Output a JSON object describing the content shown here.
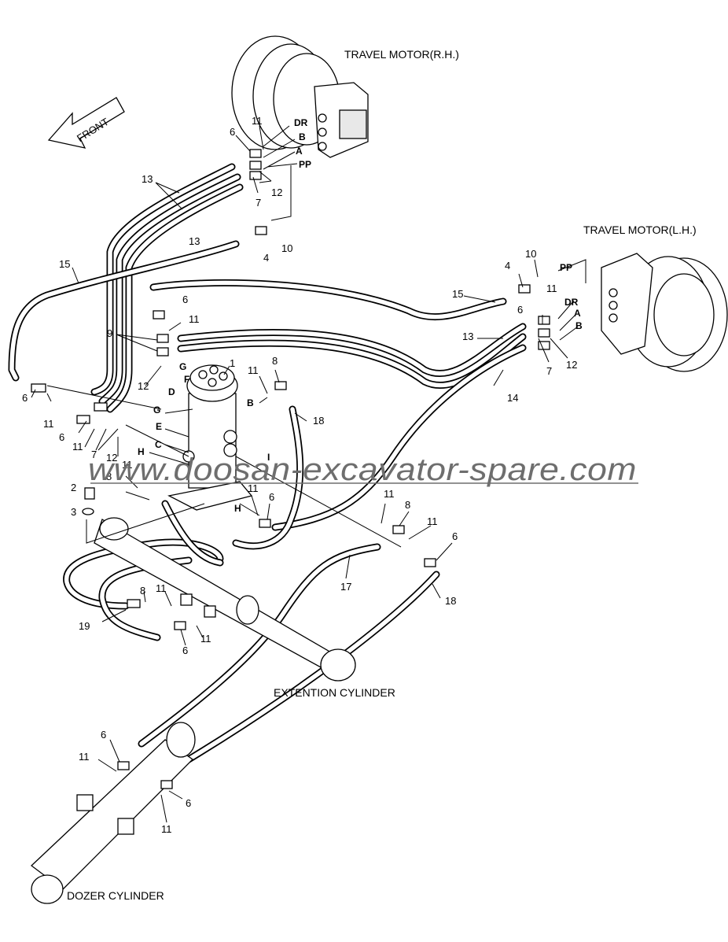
{
  "titles": {
    "travel_motor_rh": "TRAVEL MOTOR(R.H.)",
    "travel_motor_lh": "TRAVEL MOTOR(L.H.)",
    "extention_cylinder": "EXTENTION CYLINDER",
    "dozer_cylinder": "DOZER CYLINDER",
    "front": "FRONT"
  },
  "watermark": "www.doosan-excavator-spare.com",
  "ports": {
    "dr": "DR",
    "b": "B",
    "a": "A",
    "pp": "PP",
    "g": "G",
    "f": "F",
    "d": "D",
    "e": "E",
    "c": "C",
    "h": "H",
    "i": "I"
  },
  "callouts": {
    "c1": "1",
    "c2": "2",
    "c3": "3",
    "c4": "4",
    "c6": "6",
    "c7": "7",
    "c8": "8",
    "c9": "9",
    "c10": "10",
    "c11": "11",
    "c12": "12",
    "c13": "13",
    "c14": "14",
    "c15": "15",
    "c17": "17",
    "c18": "18",
    "c19": "19"
  }
}
